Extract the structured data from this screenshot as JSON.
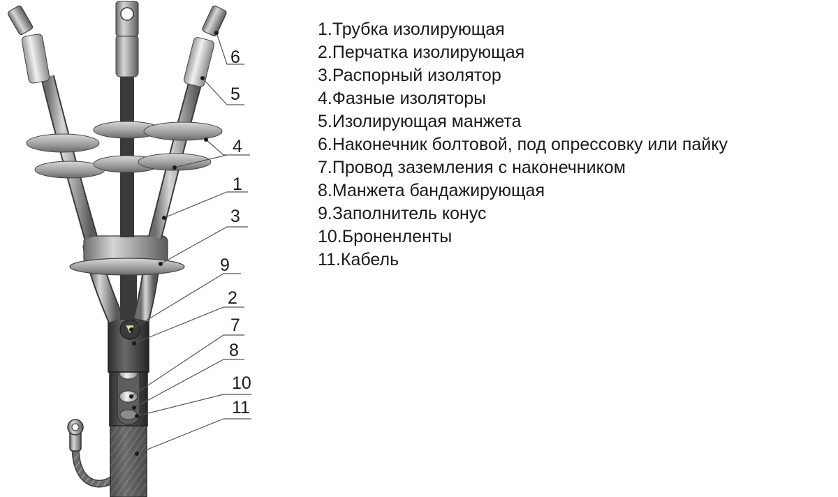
{
  "legend": [
    "1.Трубка изолирующая",
    "2.Перчатка изолирующая",
    "3.Распорный изолятор",
    "4.Фазные изоляторы",
    "5.Изолирующая манжета",
    "6.Наконечник болтовой, под опрессовку или пайку",
    "7.Провод заземления с наконечником",
    "8.Манжета бандажирующая",
    "9.Заполнитель конус",
    "10.Броненленты",
    "11.Кабель"
  ],
  "callouts": {
    "c1": "1",
    "c2": "2",
    "c3": "3",
    "c4": "4",
    "c5": "5",
    "c6": "6",
    "c7": "7",
    "c8": "8",
    "c9": "9",
    "c10": "10",
    "c11": "11"
  }
}
